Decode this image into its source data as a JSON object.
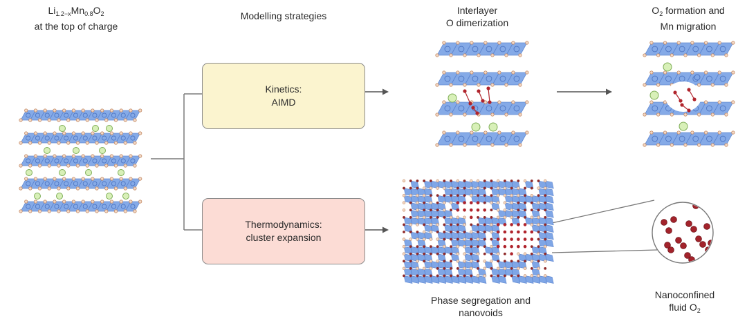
{
  "headers": {
    "material": {
      "line1": "Li",
      "sub1": "1.2−x",
      "mid": "Mn",
      "sub2": "0.8",
      "end": "O",
      "sub3": "2",
      "line2": "at the top of charge"
    },
    "strategies": "Modelling strategies",
    "dimerization": {
      "line1": "Interlayer",
      "line2": "O dimerization"
    },
    "migration": {
      "pre": "O",
      "sub": "2",
      "post": " formation and",
      "line2": "Mn migration"
    }
  },
  "boxes": {
    "kinetics": {
      "line1": "Kinetics:",
      "line2": "AIMD",
      "fill": "#fbf4cf"
    },
    "thermo": {
      "line1": "Thermodynamics:",
      "line2": "cluster expansion",
      "fill": "#fcdcd5"
    }
  },
  "captions": {
    "phase": {
      "line1": "Phase segregation and",
      "line2": "nanovoids"
    },
    "fluid": {
      "line1": "Nanoconfined",
      "line2pre": "fluid O",
      "sub": "2"
    }
  },
  "colors": {
    "octahedron": "#7fa6e6",
    "octahedron_edge": "#5b84cf",
    "oxygen": "#f3d9c6",
    "oxygen_edge": "#c48a64",
    "lithium": "#d8f0b8",
    "lithium_edge": "#7fae57",
    "o2": "#b0242c",
    "line": "#7a7a7a"
  }
}
